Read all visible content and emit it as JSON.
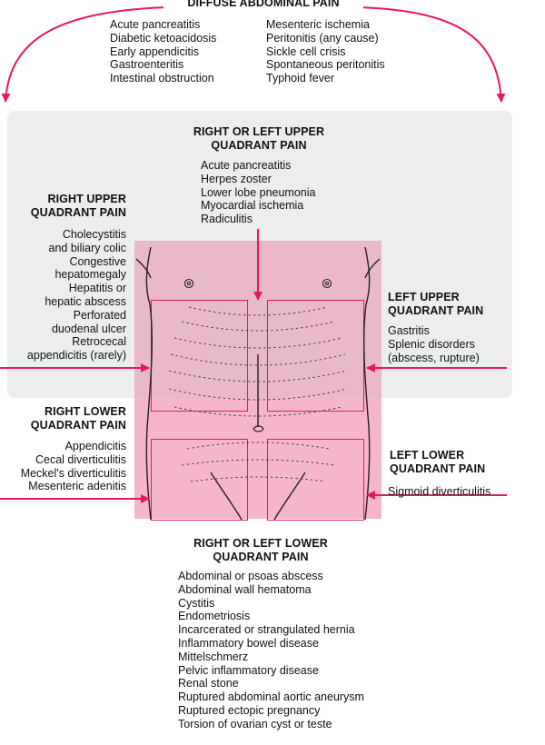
{
  "diffuse": {
    "title": "DIFFUSE ABDOMINAL PAIN",
    "left_items": [
      "Acute pancreatitis",
      "Diabetic ketoacidosis",
      "Early appendicitis",
      "Gastroenteritis",
      "Intestinal obstruction"
    ],
    "right_items": [
      "Mesenteric ischemia",
      "Peritonitis (any cause)",
      "Sickle cell crisis",
      "Spontaneous peritonitis",
      "Typhoid fever"
    ]
  },
  "rl_upper": {
    "title_line1": "RIGHT OR LEFT UPPER",
    "title_line2": "QUADRANT PAIN",
    "items": [
      "Acute pancreatitis",
      "Herpes zoster",
      "Lower lobe pneumonia",
      "Myocardial ischemia",
      "Radiculitis"
    ]
  },
  "right_upper": {
    "title_line1": "RIGHT UPPER",
    "title_line2": "QUADRANT PAIN",
    "items": [
      "Cholecystitis",
      "and biliary colic",
      "Congestive",
      "hepatomegaly",
      "Hepatitis or",
      "hepatic abscess",
      "Perforated",
      "duodenal ulcer",
      "Retrocecal",
      "appendicitis (rarely)"
    ]
  },
  "left_upper": {
    "title_line1": "LEFT UPPER",
    "title_line2": "QUADRANT PAIN",
    "items": [
      "Gastritis",
      "Splenic disorders",
      "(abscess, rupture)"
    ]
  },
  "right_lower": {
    "title_line1": "RIGHT LOWER",
    "title_line2": "QUADRANT PAIN",
    "items": [
      "Appendicitis",
      "Cecal diverticulitis",
      "Meckel's diverticulitis",
      "Mesenteric adenitis"
    ]
  },
  "left_lower": {
    "title_line1": "LEFT LOWER",
    "title_line2": "QUADRANT PAIN",
    "items": [
      "Sigmoid diverticulitis"
    ]
  },
  "rl_lower": {
    "title_line1": "RIGHT OR LEFT LOWER",
    "title_line2": "QUADRANT PAIN",
    "items": [
      "Abdominal or psoas abscess",
      "Abdominal wall hematoma",
      "Cystitis",
      "Endometriosis",
      "Incarcerated or strangulated hernia",
      "Inflammatory bowel disease",
      "Mittelschmerz",
      "Pelvic inflammatory disease",
      "Renal stone",
      "Ruptured abdominal aortic aneurysm",
      "Ruptured ectopic pregnancy",
      "Torsion of ovarian cyst or teste"
    ]
  },
  "colors": {
    "accent": "#e8195a",
    "torso_fill": "#f6b6ca",
    "panel_gray": "#ededed",
    "outline": "#222222"
  }
}
